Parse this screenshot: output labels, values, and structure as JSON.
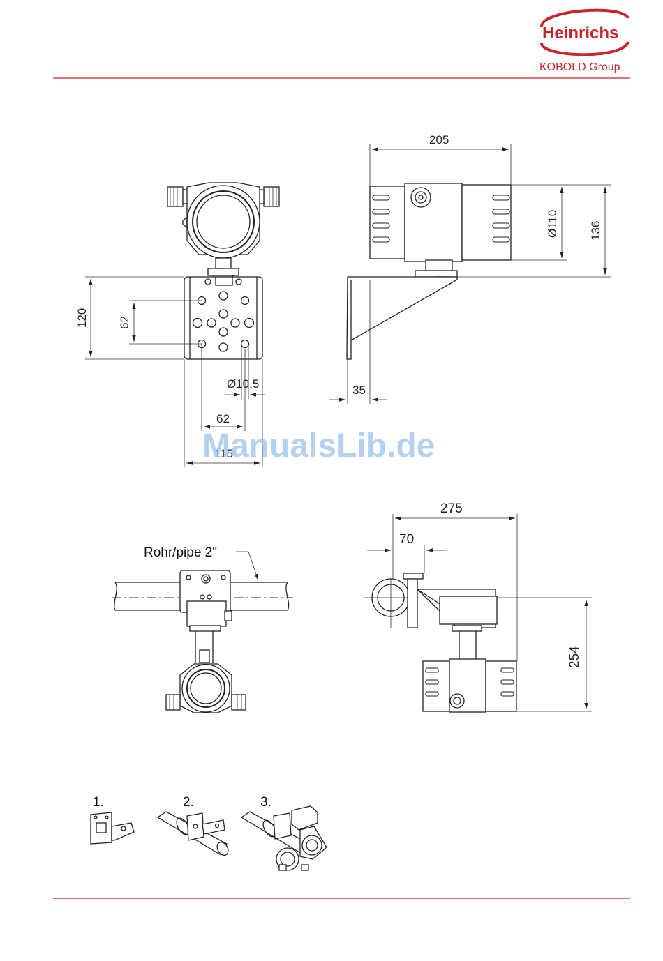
{
  "brand": {
    "name": "Heinrichs",
    "subtitle": "KOBOLD Group",
    "color": "#c9252c"
  },
  "rule_color": "#c9252c",
  "watermark": "ManualsLib.de",
  "front_view": {
    "dims": {
      "height": "120",
      "hole_spacing_vertical": "62",
      "hole_diameter": "Ø10,5",
      "hole_spacing_horizontal": "62",
      "width": "115"
    }
  },
  "side_view": {
    "dims": {
      "length": "205",
      "diameter": "Ø110",
      "height": "136",
      "bracket_offset": "35"
    }
  },
  "pipe_front": {
    "pipe_label": "Rohr/pipe 2\""
  },
  "pipe_side": {
    "dims": {
      "overall": "275",
      "pipe_offset": "70",
      "height": "254"
    }
  },
  "steps": [
    "1.",
    "2.",
    "3."
  ]
}
